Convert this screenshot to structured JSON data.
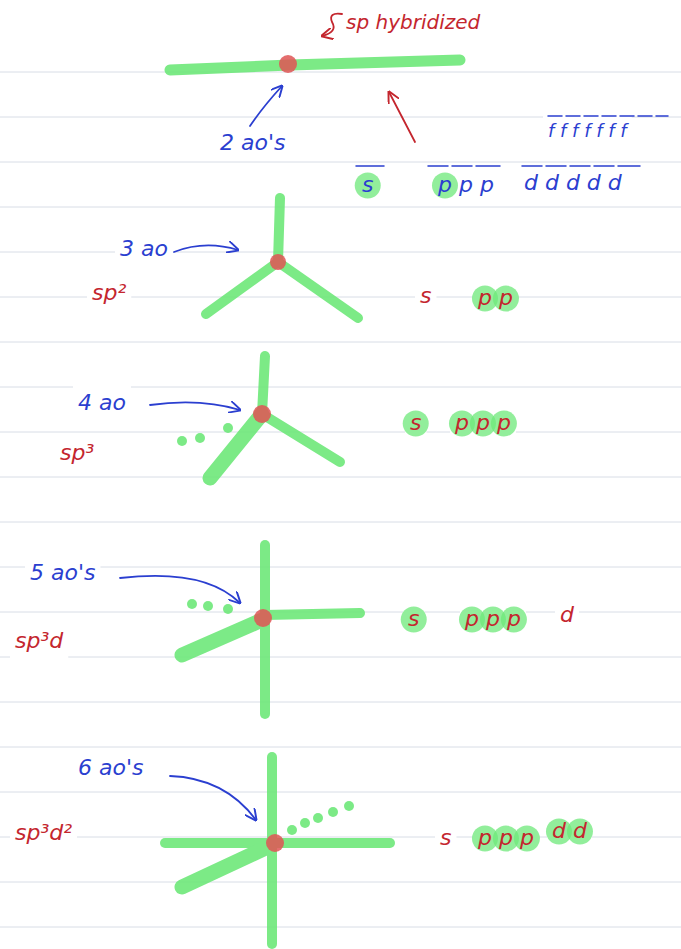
{
  "diagram": {
    "labels": [
      "sp hybridized",
      "2 ao's",
      "f f f f f f f",
      "s",
      "p p p",
      "d d d d d",
      "3 ao",
      "sp²",
      "s",
      "p p",
      "4 ao",
      "sp³",
      "s",
      "p p p",
      "5 ao's",
      "sp³d",
      "s",
      "p p p",
      "d",
      "6 ao's",
      "sp³d²",
      "s",
      "p p p",
      "d d"
    ]
  }
}
